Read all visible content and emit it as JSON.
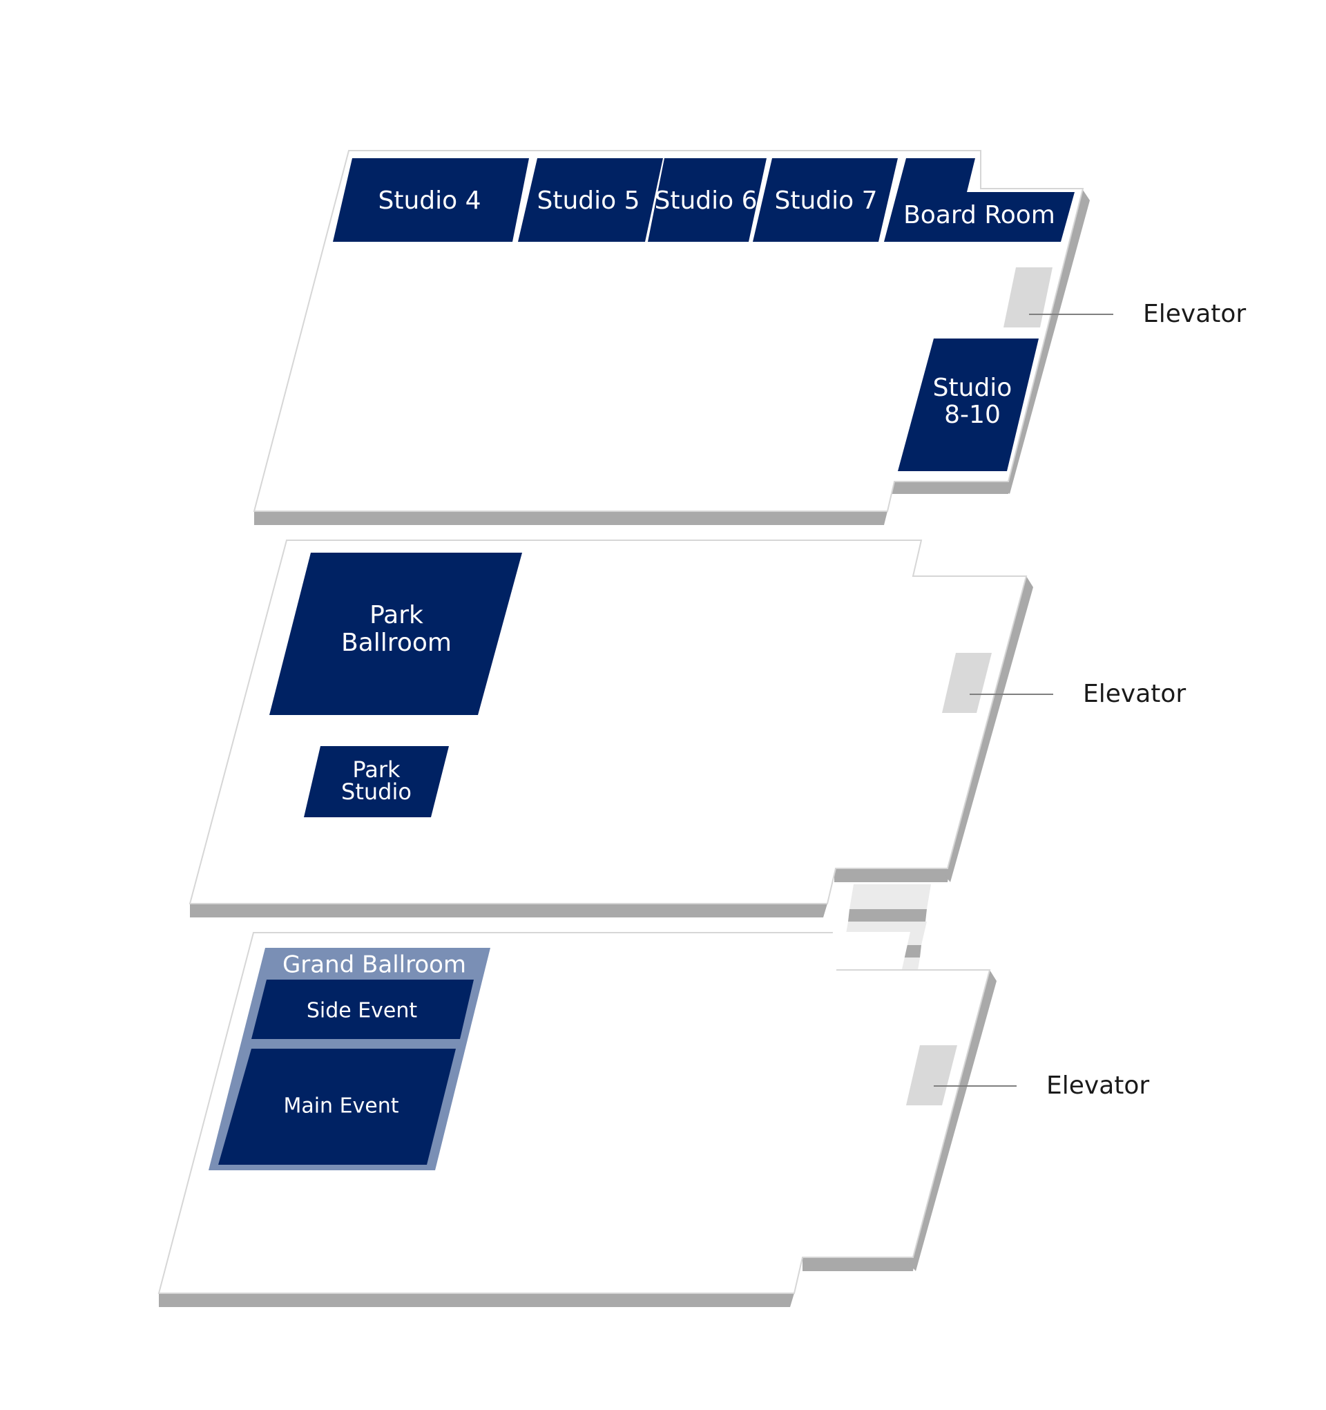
{
  "floors": {
    "top": {
      "rooms": {
        "studio_4": "Studio 4",
        "studio_5": "Studio 5",
        "studio_6": "Studio 6",
        "studio_7": "Studio 7",
        "board_room": "Board Room",
        "studio_8_10_line1": "Studio",
        "studio_8_10_line2": "8-10"
      },
      "elevator_label": "Elevator"
    },
    "middle": {
      "rooms": {
        "park_ballroom_line1": "Park",
        "park_ballroom_line2": "Ballroom",
        "park_studio_line1": "Park",
        "park_studio_line2": "Studio"
      },
      "elevator_label": "Elevator"
    },
    "bottom": {
      "rooms": {
        "grand_ballroom": "Grand Ballroom",
        "side_event": "Side Event",
        "main_event": "Main Event"
      },
      "elevator_label": "Elevator"
    }
  },
  "colors": {
    "room_fill": "#002263",
    "grand_ballroom_frame": "#7a8fb5",
    "floor_edge": "#a9a9a9",
    "elevator_fill": "#d9d9d9"
  }
}
